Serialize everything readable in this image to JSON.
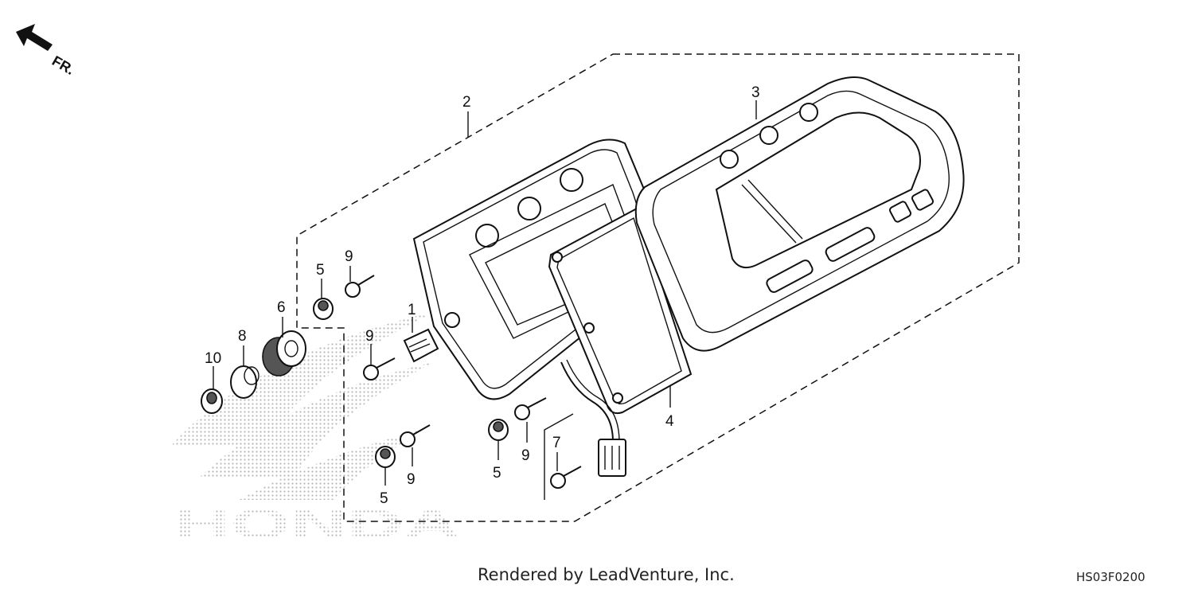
{
  "direction_label": "FR.",
  "watermark": "HONDA",
  "callouts": [
    "1",
    "2",
    "3",
    "4",
    "5",
    "6",
    "7",
    "8",
    "9",
    "10"
  ],
  "footer": {
    "credit": "Rendered by LeadVenture, Inc.",
    "diagram_code": "HS03F0200"
  }
}
